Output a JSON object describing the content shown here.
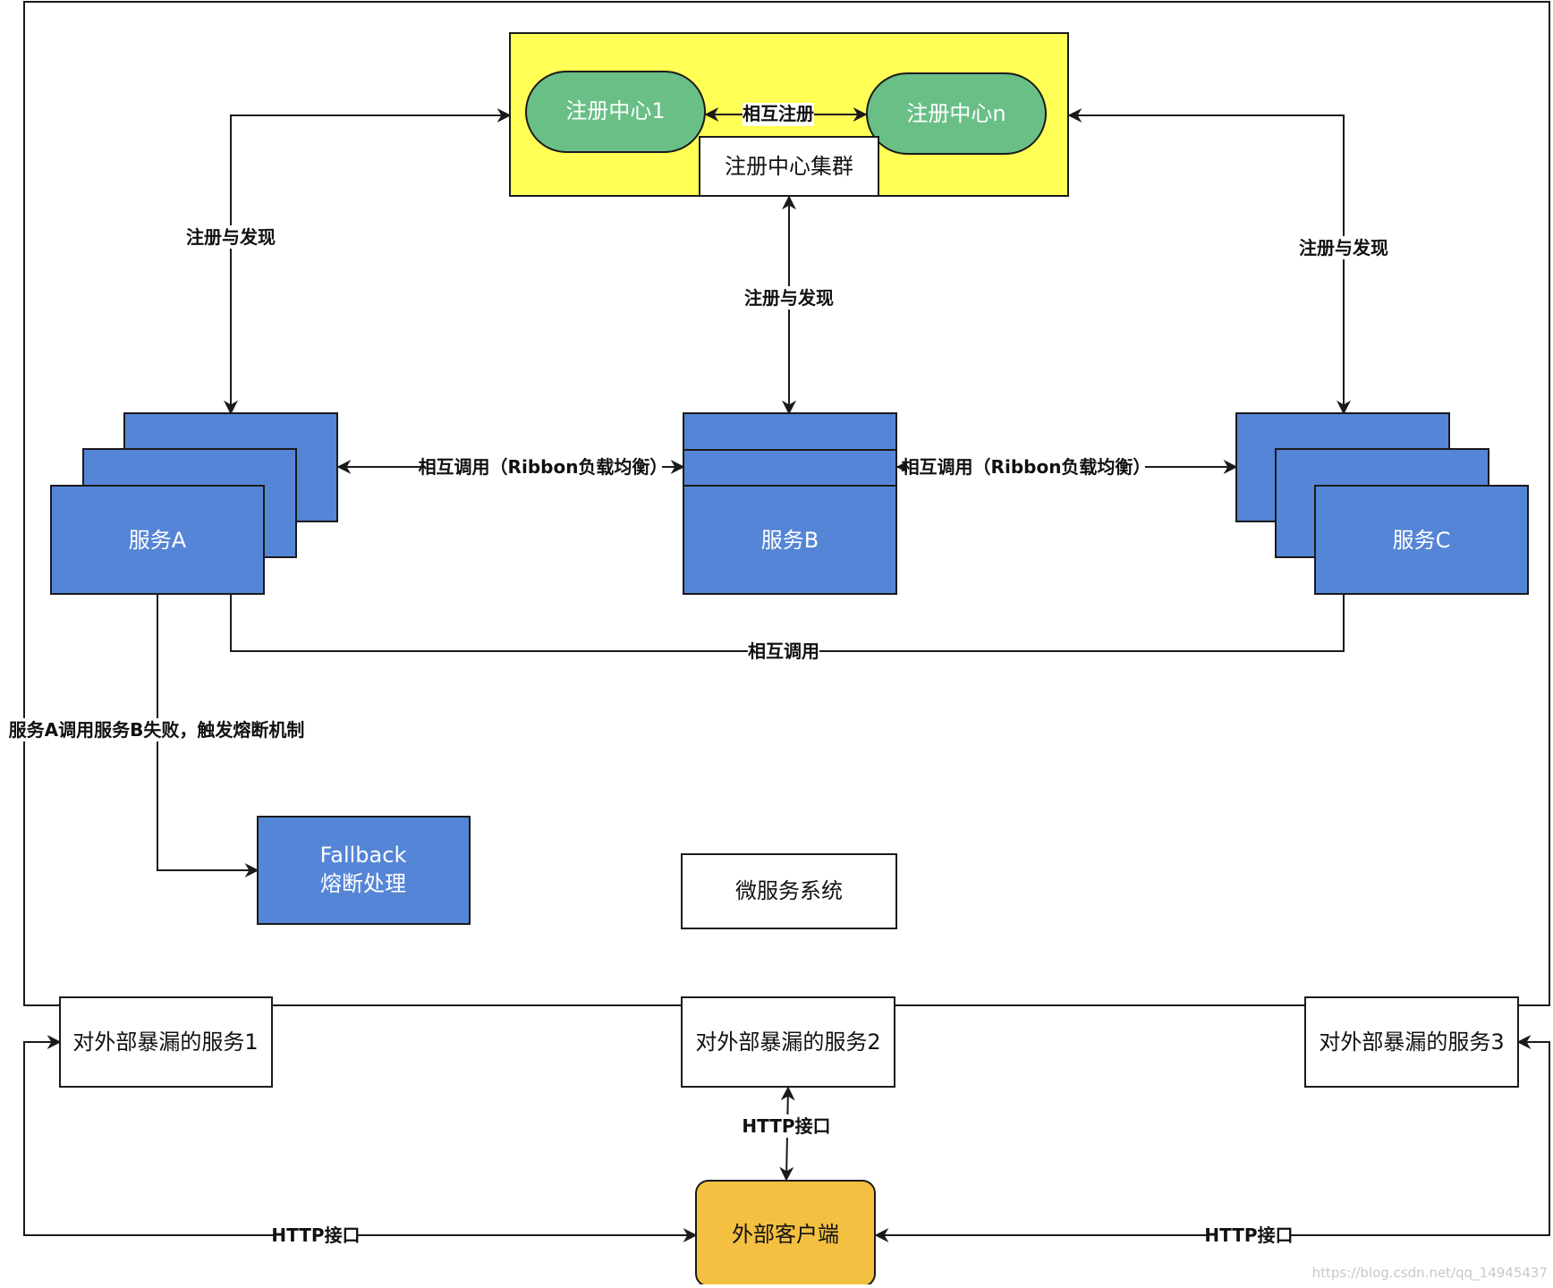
{
  "colors": {
    "service_blue": "#5585d6",
    "registry_green": "#69bf86",
    "cluster_yellow": "#ffff55",
    "client_orange": "#f4c041",
    "stroke": "#1a1a1a"
  },
  "registry_cluster": {
    "label": "注册中心集群",
    "node_1": "注册中心1",
    "node_n": "注册中心n",
    "mutual_register": "相互注册"
  },
  "services": {
    "a": "服务A",
    "b": "服务B",
    "c": "服务C",
    "fallback_line1": "Fallback",
    "fallback_line2": "熔断处理",
    "system_label": "微服务系统"
  },
  "edge_labels": {
    "discovery_left": "注册与发现",
    "discovery_mid": "注册与发现",
    "discovery_right": "注册与发现",
    "call_ab": "相互调用（Ribbon负载均衡）",
    "call_bc": "相互调用（Ribbon负载均衡）",
    "call_ac": "相互调用",
    "circuit_break": "服务A调用服务B失败，触发熔断机制",
    "http_left": "HTTP接口",
    "http_mid": "HTTP接口",
    "http_right": "HTTP接口"
  },
  "exposed": {
    "s1": "对外部暴漏的服务1",
    "s2": "对外部暴漏的服务2",
    "s3": "对外部暴漏的服务3"
  },
  "client": {
    "label": "外部客户端"
  },
  "watermark": "https://blog.csdn.net/qq_14945437"
}
